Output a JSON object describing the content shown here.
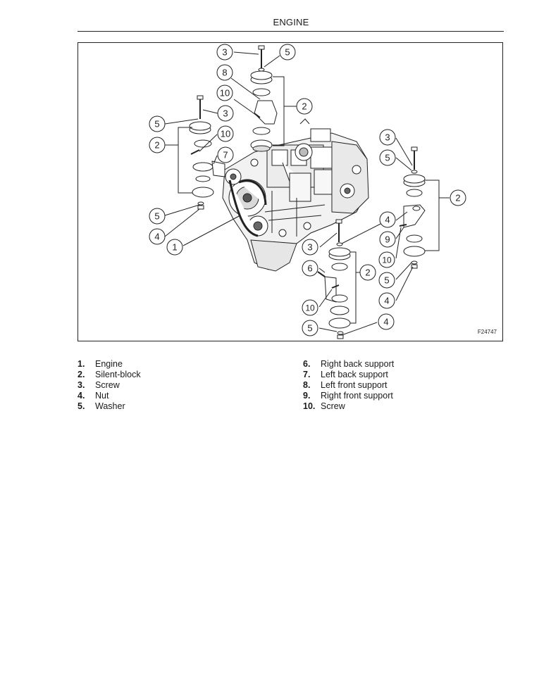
{
  "header": {
    "title": "ENGINE"
  },
  "figure": {
    "id": "F24747",
    "callouts": {
      "c1": "1",
      "c2a": "2",
      "c2b": "2",
      "c2c": "2",
      "c2d": "2",
      "c3a": "3",
      "c3b": "3",
      "c3c": "3",
      "c3d": "3",
      "c4a": "4",
      "c4b": "4",
      "c4c": "4",
      "c4d": "4",
      "c5a": "5",
      "c5b": "5",
      "c5c": "5",
      "c5d": "5",
      "c5e": "5",
      "c5f": "5",
      "c6": "6",
      "c7": "7",
      "c8": "8",
      "c9": "9",
      "c10a": "10",
      "c10b": "10",
      "c10c": "10",
      "c10d": "10"
    }
  },
  "legend": {
    "left": [
      {
        "num": "1.",
        "label": "Engine"
      },
      {
        "num": "2.",
        "label": "Silent-block"
      },
      {
        "num": "3.",
        "label": "Screw"
      },
      {
        "num": "4.",
        "label": "Nut"
      },
      {
        "num": "5.",
        "label": "Washer"
      }
    ],
    "right": [
      {
        "num": "6.",
        "label": "Right back support"
      },
      {
        "num": "7.",
        "label": "Left back support"
      },
      {
        "num": "8.",
        "label": "Left front support"
      },
      {
        "num": "9.",
        "label": "Right front support"
      },
      {
        "num": "10.",
        "label": "Screw"
      }
    ]
  }
}
